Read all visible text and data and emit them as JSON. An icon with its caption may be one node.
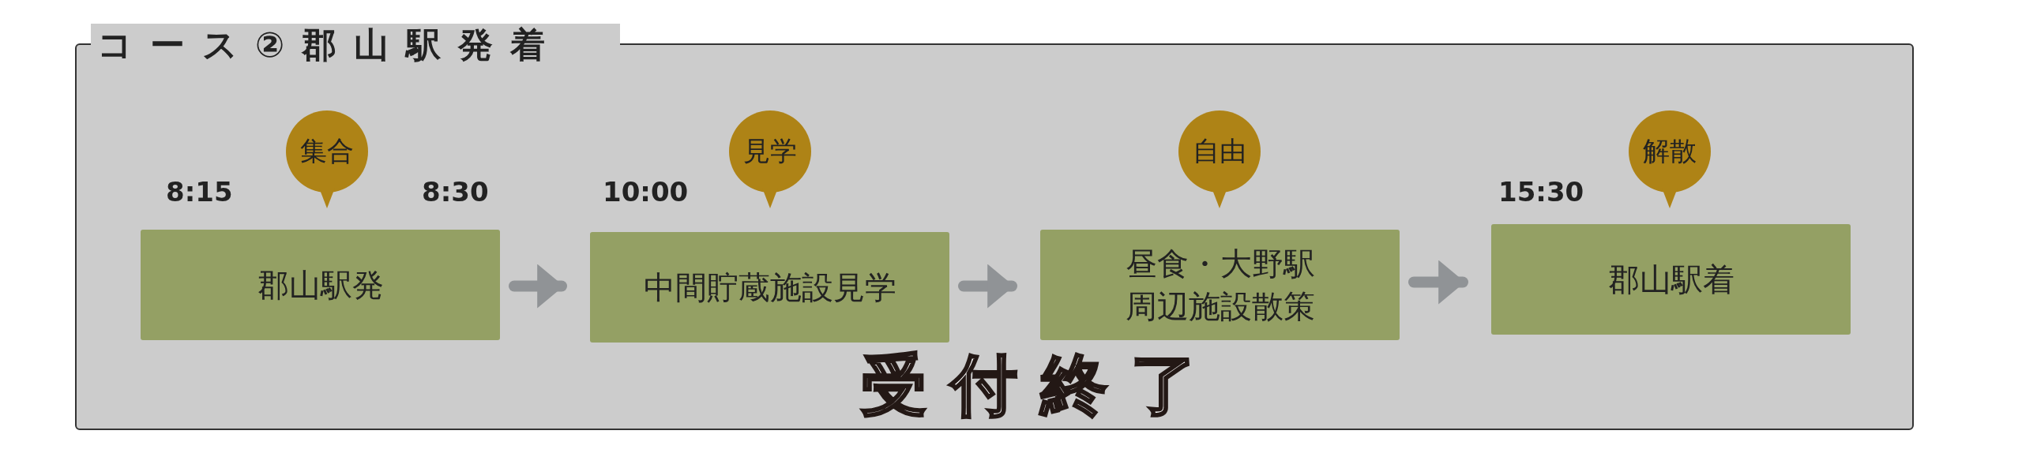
{
  "diagram": {
    "nodes": [
      {
        "text": [
          "コース②郡山駅発着"
        ]
      },
      {
        "text": [
          "集合"
        ],
        "in": 0
      },
      {
        "text": [
          "郡山駅発"
        ],
        "in": 0,
        "beside": [
          "8:15",
          "8:30"
        ]
      },
      {
        "text": [
          "見学"
        ],
        "in": 0
      },
      {
        "text": [
          "中間貯蔵施設見学"
        ],
        "in": 0,
        "beside": [
          "10:00"
        ]
      },
      {
        "text": [
          "自由"
        ],
        "in": 0
      },
      {
        "text": [
          "昼食・大野駅周辺施設散策"
        ],
        "in": 0
      },
      {
        "text": [
          "解散"
        ],
        "in": 0
      },
      {
        "text": [
          "郡山駅着"
        ],
        "in": 0,
        "beside": [
          "15:30"
        ]
      }
    ],
    "edges": [
      {
        "from": 2,
        "to": 4,
        "arrow": "to"
      },
      {
        "from": 4,
        "to": 6,
        "arrow": "to"
      },
      {
        "from": 6,
        "to": 8,
        "arrow": "to"
      }
    ],
    "labels": [
      "受付終了"
    ]
  }
}
